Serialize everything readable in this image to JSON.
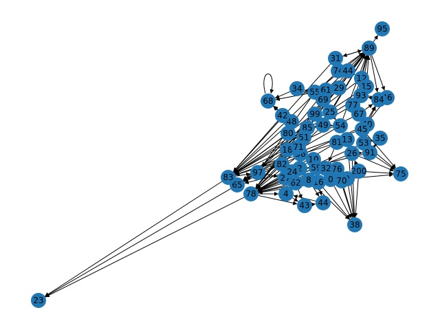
{
  "graph": {
    "directed": true,
    "node_color": "#1f77b4",
    "edge_color": "#000000",
    "nodes": [
      {
        "id": "95"
      },
      {
        "id": "89"
      },
      {
        "id": "31"
      },
      {
        "id": "74"
      },
      {
        "id": "44"
      },
      {
        "id": "12"
      },
      {
        "id": "15"
      },
      {
        "id": "46"
      },
      {
        "id": "84"
      },
      {
        "id": "93"
      },
      {
        "id": "34"
      },
      {
        "id": "55"
      },
      {
        "id": "61"
      },
      {
        "id": "29"
      },
      {
        "id": "68"
      },
      {
        "id": "69"
      },
      {
        "id": "77"
      },
      {
        "id": "67"
      },
      {
        "id": "40"
      },
      {
        "id": "45"
      },
      {
        "id": "35"
      },
      {
        "id": "53"
      },
      {
        "id": "91"
      },
      {
        "id": "75"
      },
      {
        "id": "200"
      },
      {
        "id": "76"
      },
      {
        "id": "9"
      },
      {
        "id": "0"
      },
      {
        "id": "70"
      },
      {
        "id": "16"
      },
      {
        "id": "8"
      },
      {
        "id": "38"
      },
      {
        "id": "44b"
      },
      {
        "id": "43"
      },
      {
        "id": "4"
      },
      {
        "id": "62"
      },
      {
        "id": "27"
      },
      {
        "id": "78"
      },
      {
        "id": "65"
      },
      {
        "id": "83"
      },
      {
        "id": "97"
      },
      {
        "id": "82"
      },
      {
        "id": "18"
      },
      {
        "id": "80"
      },
      {
        "id": "48"
      },
      {
        "id": "42"
      },
      {
        "id": "99"
      },
      {
        "id": "25"
      },
      {
        "id": "56"
      },
      {
        "id": "10"
      },
      {
        "id": "59"
      },
      {
        "id": "32"
      },
      {
        "id": "81"
      },
      {
        "id": "26"
      },
      {
        "id": "13"
      },
      {
        "id": "85"
      },
      {
        "id": "49"
      },
      {
        "id": "54"
      },
      {
        "id": "51"
      },
      {
        "id": "71"
      },
      {
        "id": "2"
      },
      {
        "id": "24"
      },
      {
        "id": "23"
      }
    ],
    "labels": [
      "95",
      "89",
      "31",
      "74",
      "44",
      "12",
      "15",
      "46",
      "84",
      "93",
      "34",
      "55",
      "61",
      "29",
      "68",
      "69",
      "77",
      "67",
      "40",
      "45",
      "35",
      "53",
      "91",
      "75",
      "200",
      "76",
      "9",
      "0",
      "70",
      "16",
      "8",
      "38",
      "44",
      "43",
      "4",
      "62",
      "27",
      "78",
      "65",
      "83",
      "97",
      "82",
      "18",
      "80",
      "48",
      "42",
      "99",
      "25",
      "56",
      "10",
      "59",
      "32",
      "81",
      "26",
      "13",
      "85",
      "49",
      "54",
      "51",
      "71",
      "2",
      "24",
      "23"
    ]
  }
}
